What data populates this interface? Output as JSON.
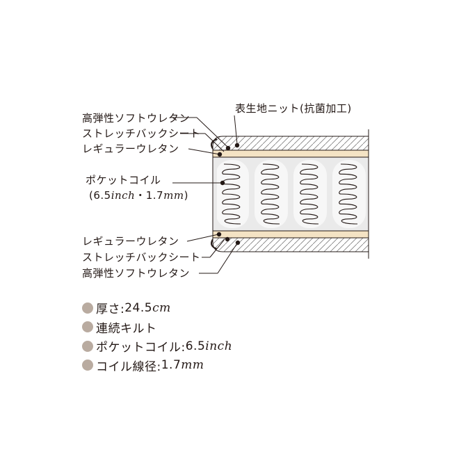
{
  "colors": {
    "line": "#231815",
    "fabric_fill": "#ffffff",
    "hatch": "#7d7d7d",
    "urethane": "#f4e3c4",
    "coil_bg": "#eaeaea",
    "coil_col": "#f7f7f7",
    "bullet": "#b9aba0"
  },
  "labels": {
    "top_fabric": "表生地ニット(抗菌加工)",
    "top_soft_urethane": "高弾性ソフトウレタン",
    "top_stretch_sheet": "ストレッチバックシート",
    "top_regular_urethane": "レギュラーウレタン",
    "pocket_coil": "ポケットコイル",
    "pocket_coil_spec": {
      "open": "(6.5",
      "unit_inch": "inch",
      "sep": "・1.7",
      "unit_mm": "mm",
      "close": ")"
    },
    "bottom_regular_urethane": "レギュラーウレタン",
    "bottom_stretch_sheet": "ストレッチバックシート",
    "bottom_soft_urethane": "高弾性ソフトウレタン"
  },
  "specs": [
    {
      "label": "厚さ:",
      "value": "24.5",
      "unit": "cm",
      "icon": "bullet-icon"
    },
    {
      "label": "連続キルト",
      "value": "",
      "unit": "",
      "icon": "bullet-icon"
    },
    {
      "label": "ポケットコイル:",
      "value": "6.5",
      "unit": "inch",
      "icon": "bullet-icon"
    },
    {
      "label": "コイル線径:",
      "value": "1.7",
      "unit": "mm",
      "icon": "bullet-icon"
    }
  ],
  "coil_count": 4
}
